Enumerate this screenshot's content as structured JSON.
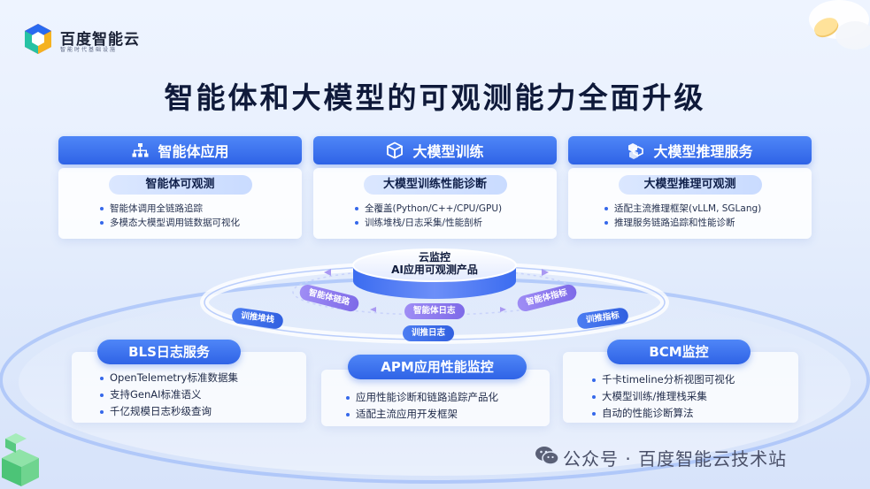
{
  "brand": {
    "name": "百度智能云",
    "subtitle": "智能时代基础设施"
  },
  "title": "智能体和大模型的可观测能力全面升级",
  "top_cards": [
    {
      "icon": "hierarchy-icon",
      "header": "智能体应用",
      "pill": "智能体可观测",
      "bullets": [
        "智能体调用全链路追踪",
        "多模态大模型调用链数据可视化"
      ]
    },
    {
      "icon": "cube-icon",
      "header": "大模型训练",
      "pill": "大模型训练性能诊断",
      "bullets": [
        "全覆盖(Python/C++/CPU/GPU)",
        "训练堆栈/日志采集/性能剖析"
      ]
    },
    {
      "icon": "cubes-icon",
      "header": "大模型推理服务",
      "pill": "大模型推理可观测",
      "bullets": [
        "适配主流推理框架(vLLM, SGLang)",
        "推理服务链路追踪和性能诊断"
      ]
    }
  ],
  "center": {
    "line1": "云监控",
    "line2": "AI应用可观测产品"
  },
  "tags": {
    "agent_chain": "智能体链路",
    "agent_log": "智能体日志",
    "agent_metrics": "智能体指标",
    "train_stack": "训推堆栈",
    "train_log": "训推日志",
    "train_metrics": "训推指标"
  },
  "bottom_cards": [
    {
      "header": "BLS日志服务",
      "bullets": [
        "OpenTelemetry标准数据集",
        "支持GenAI标准语义",
        "千亿规模日志秒级查询"
      ]
    },
    {
      "header": "APM应用性能监控",
      "bullets": [
        "应用性能诊断和链路追踪产品化",
        "适配主流应用开发框架"
      ]
    },
    {
      "header": "BCM监控",
      "bullets": [
        "千卡timeline分析视图可视化",
        "大模型训练/推理栈采集",
        "自动的性能诊断算法"
      ]
    }
  ],
  "watermark": "公众号 · 百度智能云技术站",
  "colors": {
    "accent": "#2f63e6",
    "accent_light": "#4f86f7",
    "tag_purple": "#8b78ee",
    "text_dark": "#0f1a3a"
  }
}
